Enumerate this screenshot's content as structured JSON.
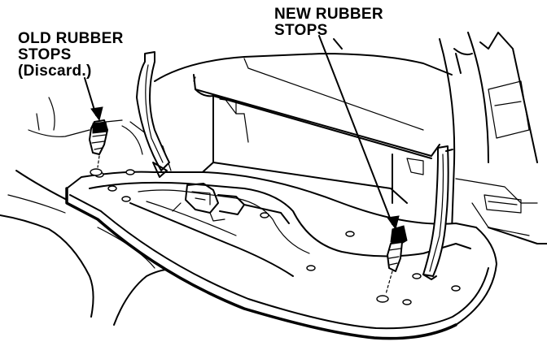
{
  "labels": {
    "old_rubber_stops": {
      "line1": "OLD RUBBER",
      "line2": "STOPS",
      "line3": "(Discard.)"
    },
    "new_rubber_stops": {
      "line1": "NEW RUBBER",
      "line2": "STOPS"
    }
  },
  "colors": {
    "ink": "#000000",
    "paper": "#ffffff"
  }
}
